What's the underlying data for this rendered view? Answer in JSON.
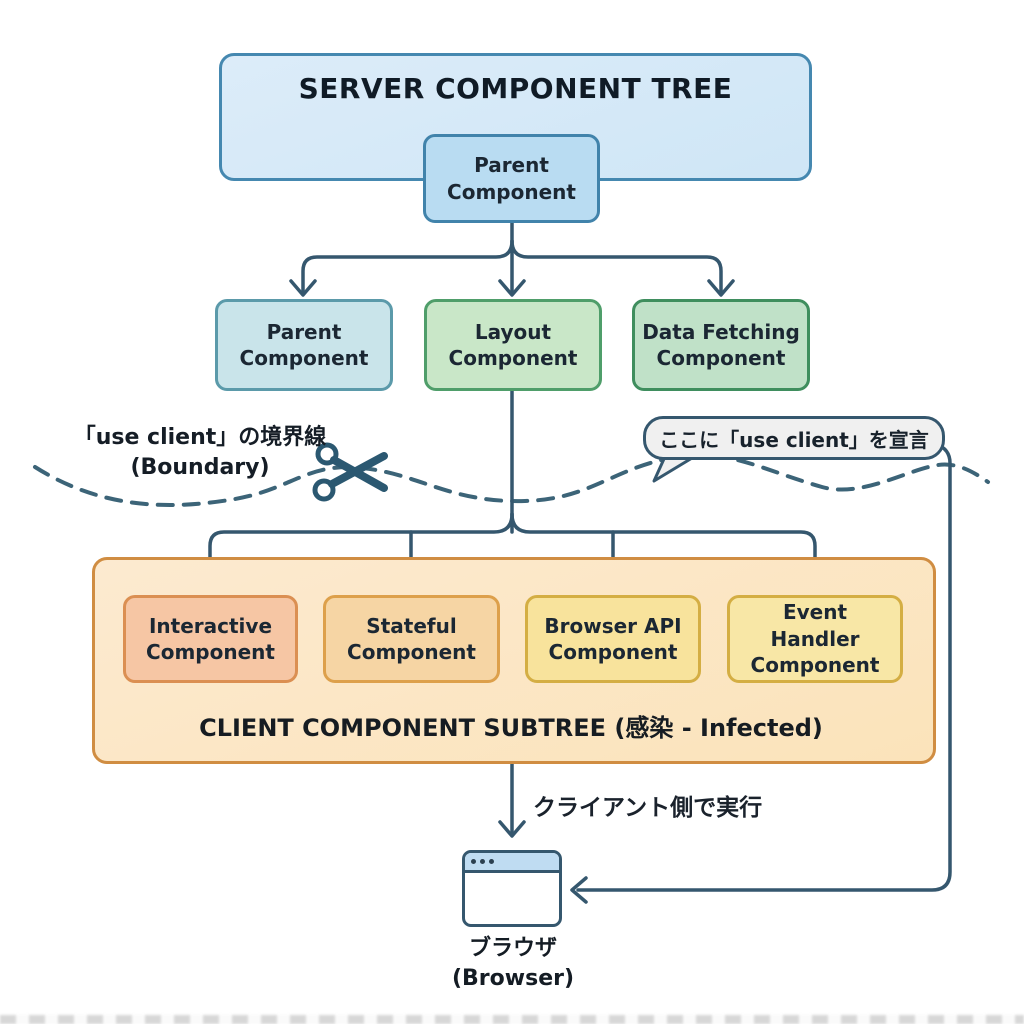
{
  "server_tree": {
    "title": "SERVER COMPONENT TREE",
    "root_label": "Parent Component",
    "children": [
      {
        "label": "Parent Component"
      },
      {
        "label": "Layout Component"
      },
      {
        "label": "Data Fetching Component"
      }
    ]
  },
  "boundary": {
    "label": "「use client」の境界線",
    "sublabel": "(Boundary)",
    "callout": "ここに「use client」を宣言"
  },
  "client_subtree": {
    "caption": "CLIENT COMPONENT SUBTREE (感染 - Infected)",
    "children": [
      {
        "label": "Interactive Component"
      },
      {
        "label": "Stateful Component"
      },
      {
        "label": "Browser API Component"
      },
      {
        "label": "Event Handler Component"
      }
    ]
  },
  "flow": {
    "execution_label": "クライアント側で実行"
  },
  "browser": {
    "label_ja": "ブラウザ",
    "label_en": "(Browser)"
  },
  "colors": {
    "connector": "#35576e",
    "boundary_dash": "#3c6478",
    "server_fill": "#d4e8f6",
    "server_border": "#4588b0",
    "root_fill": "#b9dcf2",
    "child_parent_fill": "#c9e4ea",
    "child_layout_fill": "#c9e7c8",
    "child_fetch_fill": "#c0e1c8",
    "client_container_fill": "#fbe7c4",
    "client_container_border": "#d08d42",
    "interactive_fill": "#f6c6a4",
    "stateful_fill": "#f6d5a4",
    "browser_api_fill": "#f8e39c",
    "event_handler_fill": "#f8e7a6",
    "callout_fill": "#f0f0f0"
  }
}
